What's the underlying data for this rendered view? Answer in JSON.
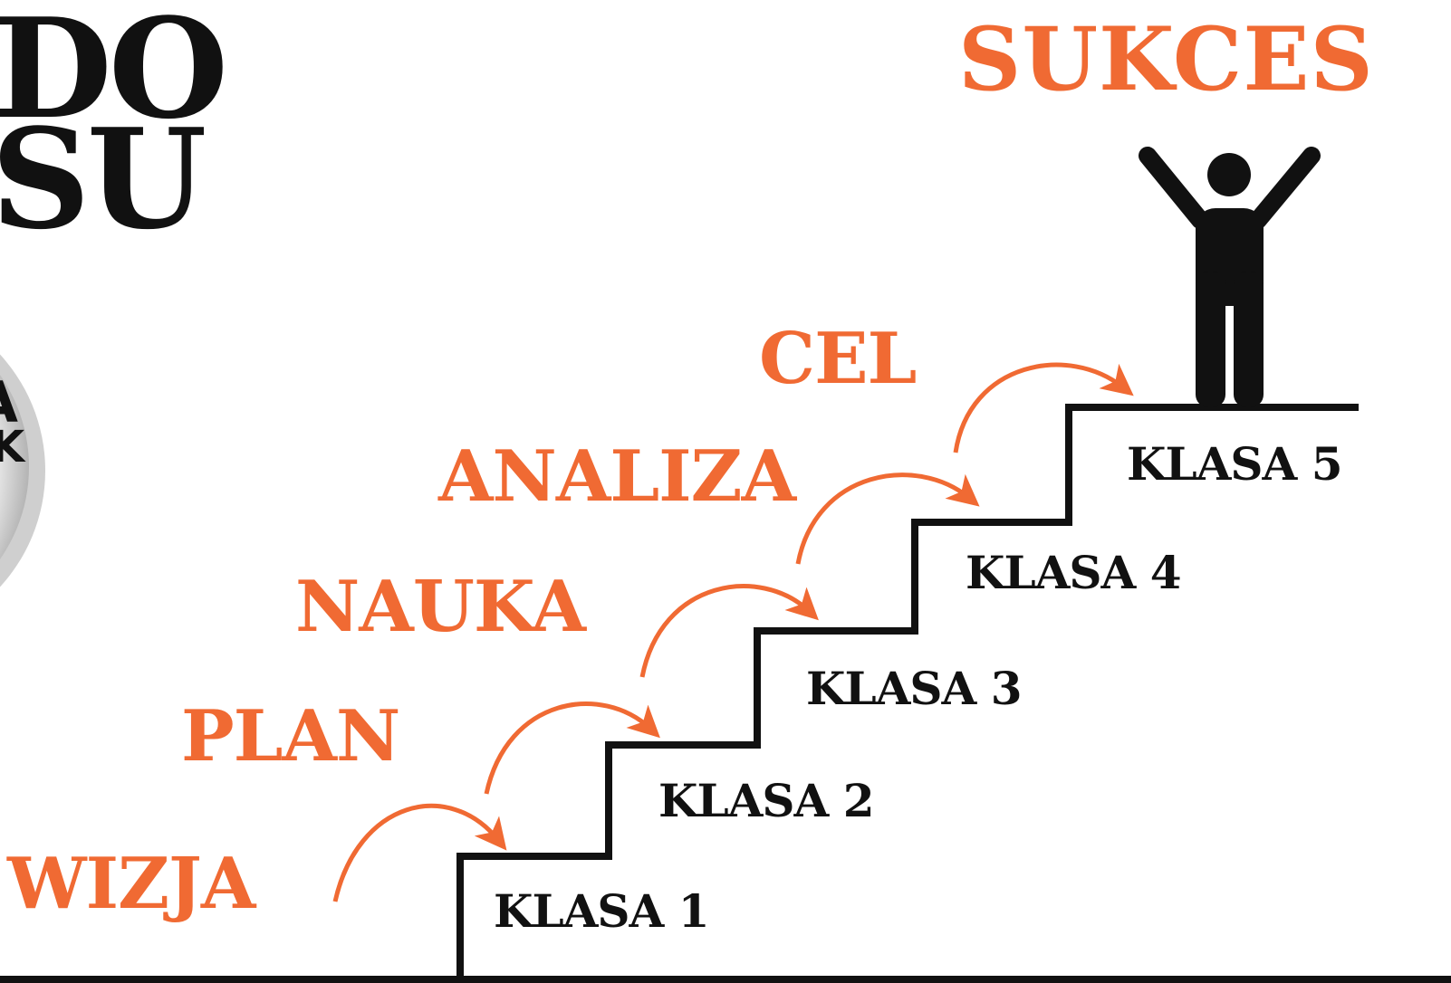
{
  "title": {
    "left_line1": "DO",
    "left_line2": "SU",
    "right": "SUKCES"
  },
  "logo": {
    "letter_top": "A",
    "letter_bottom": "K"
  },
  "steps": [
    {
      "word": "WIZJA",
      "klasa": "KLASA 1"
    },
    {
      "word": "PLAN",
      "klasa": "KLASA 2"
    },
    {
      "word": "NAUKA",
      "klasa": "KLASA 3"
    },
    {
      "word": "ANALIZA",
      "klasa": "KLASA 4"
    },
    {
      "word": "CEL",
      "klasa": "KLASA 5"
    }
  ],
  "icons": {
    "figure": "person-arms-raised-icon",
    "arrows": "curved-arrow-icon"
  },
  "colors": {
    "accent": "#F06A33",
    "text": "#111111",
    "background": "#FFFFFF"
  }
}
